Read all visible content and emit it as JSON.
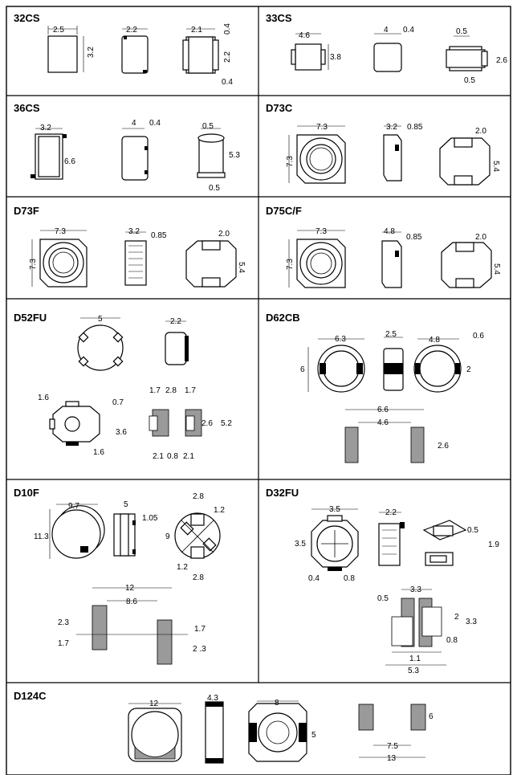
{
  "panels": {
    "p32cs": {
      "title": "32CS",
      "d": [
        "2.5",
        "3.2",
        "2.2",
        "2.1",
        "0.4",
        "2.2",
        "0.4"
      ]
    },
    "p33cs": {
      "title": "33CS",
      "d": [
        "4.6",
        "3.8",
        "4",
        "0.4",
        "0.5",
        "2.6",
        "0.5"
      ]
    },
    "p36cs": {
      "title": "36CS",
      "d": [
        "3.2",
        "6.6",
        "4",
        "0.4",
        "0.5",
        "5.3",
        "0.5"
      ]
    },
    "pd73c": {
      "title": "D73C",
      "d": [
        "7.3",
        "7.3",
        "3.2",
        "0.85",
        "2.0",
        "5.4"
      ]
    },
    "pd73f": {
      "title": "D73F",
      "d": [
        "7.3",
        "7.3",
        "3.2",
        "0.85",
        "2.0",
        "5.4"
      ]
    },
    "pd75cf": {
      "title": "D75C/F",
      "d": [
        "7.3",
        "7.3",
        "4.8",
        "0.85",
        "2.0",
        "5.4"
      ]
    },
    "pd52fu": {
      "title": "D52FU",
      "d": [
        "5",
        "2.2",
        "1.6",
        "0.7",
        "3.6",
        "1.6",
        "1.7",
        "2.8",
        "1.7",
        "2.6",
        "5.2",
        "2.1",
        "0.8",
        "2.1"
      ]
    },
    "pd62cb": {
      "title": "D62CB",
      "d": [
        "6.3",
        "6",
        "2.5",
        "4.8",
        "0.6",
        "2",
        "6.6",
        "4.6",
        "2.6"
      ]
    },
    "pd10f": {
      "title": "D10F",
      "d": [
        "9.7",
        "11.3",
        "5",
        "1.05",
        "2.8",
        "1.2",
        "9",
        "1.2",
        "2.8",
        "12",
        "8.6",
        "2.3",
        "1.7",
        "1.7",
        "2 .3"
      ]
    },
    "pd32fu": {
      "title": "D32FU",
      "d": [
        "3.5",
        "3.5",
        "0.4",
        "0.8",
        "2.2",
        "0.5",
        "1.9",
        "3.3",
        "0.5",
        "2",
        "3.3",
        "0.8",
        "1.1",
        "5.3"
      ]
    },
    "pd124c": {
      "title": "D124C",
      "d": [
        "12",
        "4.3",
        "8",
        "5",
        "6",
        "7.5",
        "13"
      ]
    }
  }
}
